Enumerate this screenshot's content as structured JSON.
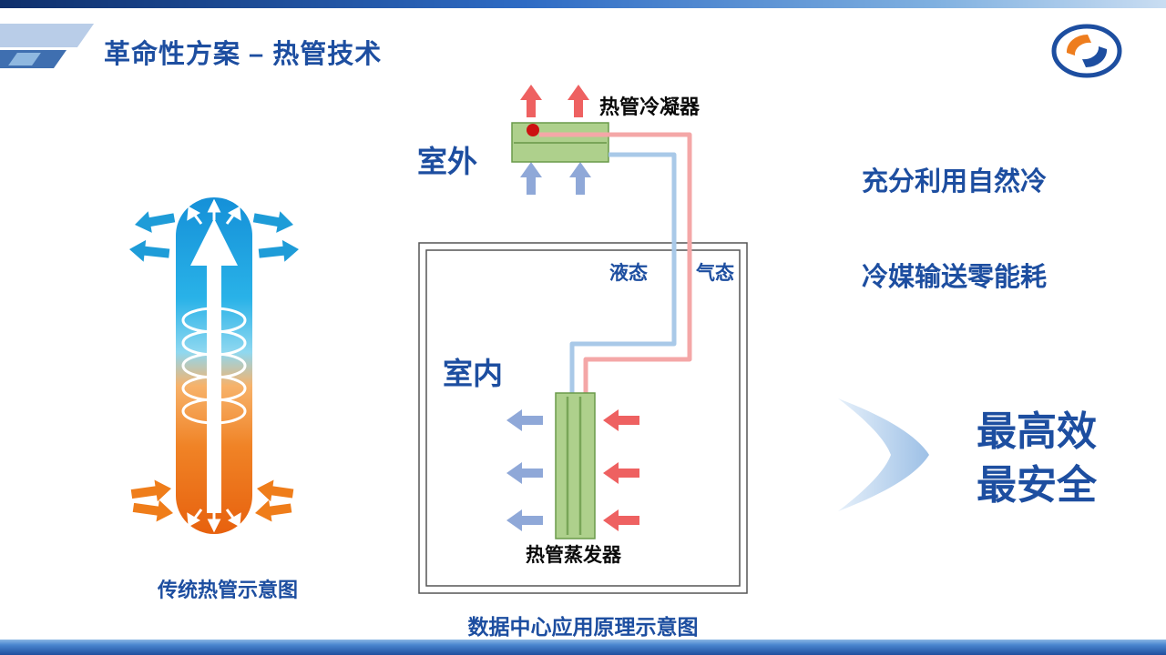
{
  "title": "革命性方案 – 热管技术",
  "left_diagram": {
    "caption": "传统热管示意图"
  },
  "center_diagram": {
    "condenser_label": "热管冷凝器",
    "outdoor_label": "室外",
    "liquid_label": "液态",
    "gas_label": "气态",
    "indoor_label": "室内",
    "evaporator_label": "热管蒸发器",
    "caption": "数据中心应用原理示意图"
  },
  "right_panel": {
    "bullet1": "充分利用自然冷",
    "bullet2": "冷媒输送零能耗",
    "highlight_line1": "最高效",
    "highlight_line2": "最安全"
  },
  "colors": {
    "title_blue": "#1d4ea0",
    "condenser_green": "#aed08c",
    "hot_red": "#ee6161",
    "cool_blue": "#8fa8d8",
    "pipe_gas_pink": "#f4a7a7",
    "pipe_liquid_blue": "#a9c9e8",
    "capsule_top_blue": "#1590d8",
    "capsule_bottom_orange": "#e7610e"
  }
}
